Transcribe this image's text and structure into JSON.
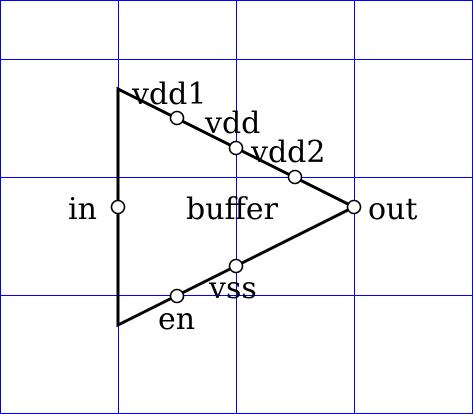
{
  "diagram": {
    "component_label": "buffer",
    "colors": {
      "grid": "#0000ff",
      "stroke": "#000000",
      "pin_fill": "#ffffff"
    },
    "pins": {
      "in": "in",
      "out": "out",
      "vdd1": "vdd1",
      "vdd": "vdd",
      "vdd2": "vdd2",
      "vss": "vss",
      "en": "en"
    }
  }
}
